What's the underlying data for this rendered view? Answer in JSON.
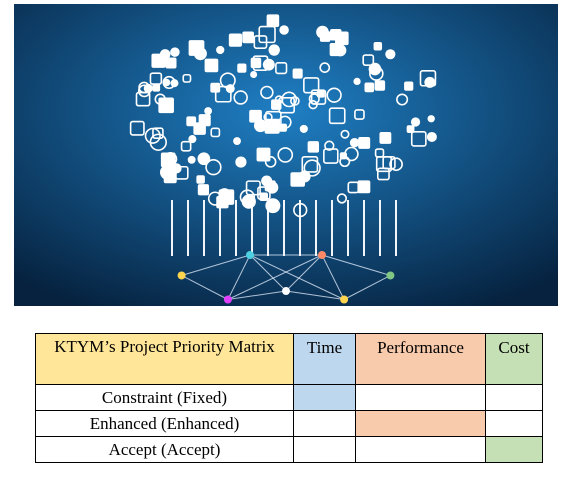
{
  "banner": {
    "icon_names": [
      "iot-device-cloud-icons",
      "network-globe-icon"
    ],
    "colors": {
      "background_center": "#1f7fc4",
      "background_edge": "#06223f",
      "icon": "#ffffff",
      "globe_line": "#e8f1ff"
    }
  },
  "matrix": {
    "title": "KTYM’s Project Priority Matrix",
    "columns": [
      {
        "label": "Time",
        "color": "#bdd7ee"
      },
      {
        "label": "Performance",
        "color": "#f8cbad"
      },
      {
        "label": "Cost",
        "color": "#c5e0b4"
      }
    ],
    "title_color": "#ffe699",
    "rows": [
      {
        "label": "Constraint (Fixed)",
        "marked": "Time"
      },
      {
        "label": "Enhanced (Enhanced)",
        "marked": "Performance"
      },
      {
        "label": "Accept (Accept)",
        "marked": "Cost"
      }
    ]
  }
}
